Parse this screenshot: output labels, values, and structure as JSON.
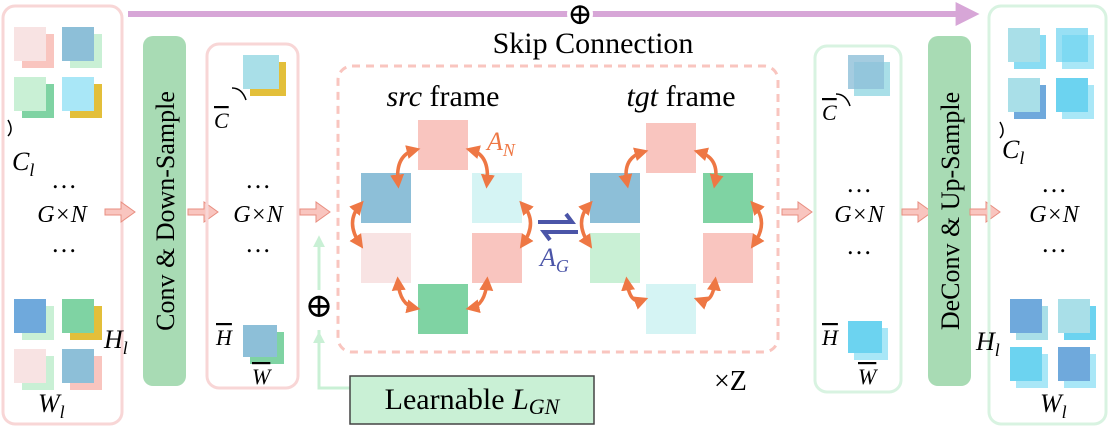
{
  "skip_connection": {
    "label": "Skip Connection",
    "symbol": "⊕"
  },
  "input_stack": {
    "dots": "…",
    "gn": "G×N",
    "h": "H",
    "h_sub": "l",
    "w": "W",
    "w_sub": "l",
    "c": "C",
    "c_sub": "l"
  },
  "down_block": {
    "label": "Conv & Down-Sample"
  },
  "mid_stack": {
    "dots": "…",
    "gn": "G×N",
    "c": "C",
    "h": "H",
    "w": "W"
  },
  "plus": "⊕",
  "learnable": {
    "text": "Learnable ",
    "sym": "L",
    "sub": "GN"
  },
  "loop": {
    "times": "×Z"
  },
  "src_frame": {
    "name": "src",
    "suffix": " frame"
  },
  "tgt_frame": {
    "name": "tgt",
    "suffix": " frame"
  },
  "a_n": {
    "sym": "A",
    "sub": "N"
  },
  "a_g": {
    "sym": "A",
    "sub": "G"
  },
  "out_stack": {
    "dots": "…",
    "gn": "G×N",
    "c": "C",
    "h": "H",
    "w": "W"
  },
  "up_block": {
    "label": "DeConv & Up-Sample"
  },
  "final_stack": {
    "dots": "…",
    "gn": "G×N",
    "h": "H",
    "h_sub": "l",
    "w": "W",
    "w_sub": "l",
    "c": "C",
    "c_sub": "l"
  },
  "colors": {
    "pink": "#f9c5bf",
    "pinkLight": "#f8e3e3",
    "teal": "#a9dfe8",
    "blue": "#8dbfd8",
    "green": "#7fd3a3",
    "greenLight": "#c9f0d5",
    "yellow": "#e3bf3a",
    "cyan": "#a9e7f7",
    "orange": "#ee7744",
    "purple": "#4b55a8",
    "violet": "#d7a6d7"
  }
}
